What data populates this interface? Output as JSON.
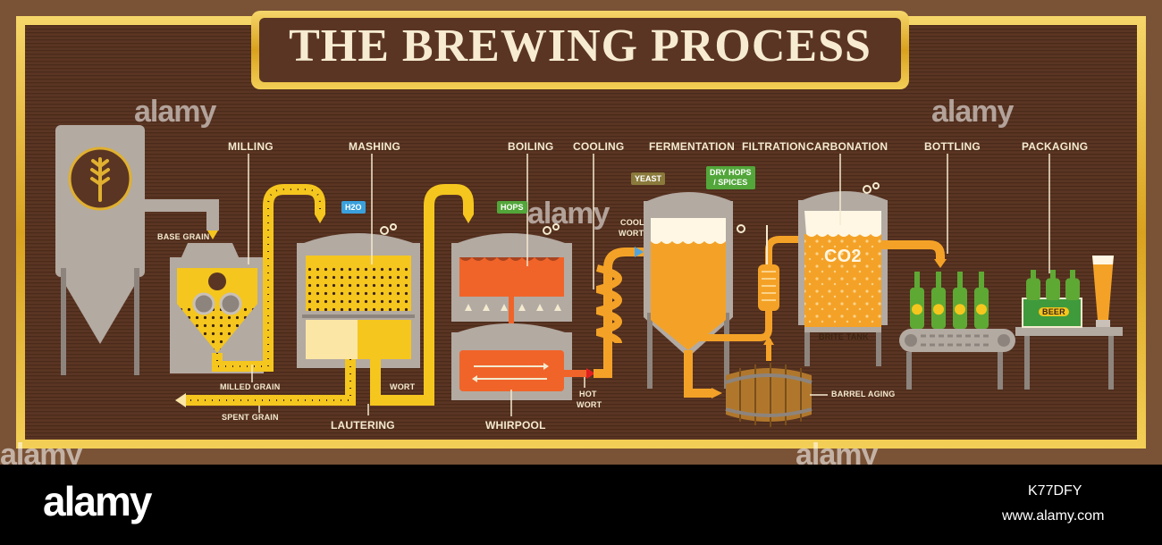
{
  "title": "THE BREWING PROCESS",
  "colors": {
    "background": "#5a3522",
    "frame_gold": "#e0b030",
    "wort_yellow": "#f5c61e",
    "boil_orange": "#f0642a",
    "fermenting_orange": "#f4a227",
    "steel_gray": "#b3aaa2",
    "bottle_green": "#5ea834"
  },
  "stages": {
    "milling": "MILLING",
    "mashing": "MASHING",
    "boiling": "BOILING",
    "cooling": "COOLING",
    "fermentation": "FERMENTATION",
    "filtration": "FILTRATION",
    "carbonation": "CARBONATION",
    "bottling": "BOTTLING",
    "packaging": "PACKAGING",
    "lautering": "LAUTERING",
    "whirlpool": "WHIRPOOL"
  },
  "small_labels": {
    "base_grain": "BASE GRAIN",
    "milled_grain": "MILLED GRAIN",
    "spent_grain": "SPENT GRAIN",
    "wort": "WORT",
    "hot_wort_1": "HOT",
    "hot_wort_2": "WORT",
    "cool_wort_1": "COOL",
    "cool_wort_2": "WORT",
    "barrel_aging": "BARREL AGING",
    "brite_tank": "BRITE TANK"
  },
  "tags": {
    "h2o": "H2O",
    "hops": "HOPS",
    "yeast": "YEAST",
    "dry_hops_1": "DRY HOPS",
    "dry_hops_2": "/ SPICES"
  },
  "co2": "CO2",
  "beer_label": "BEER",
  "watermark": "alamy",
  "footer": {
    "logo": "alamy",
    "image_id": "K77DFY",
    "url": "www.alamy.com"
  }
}
